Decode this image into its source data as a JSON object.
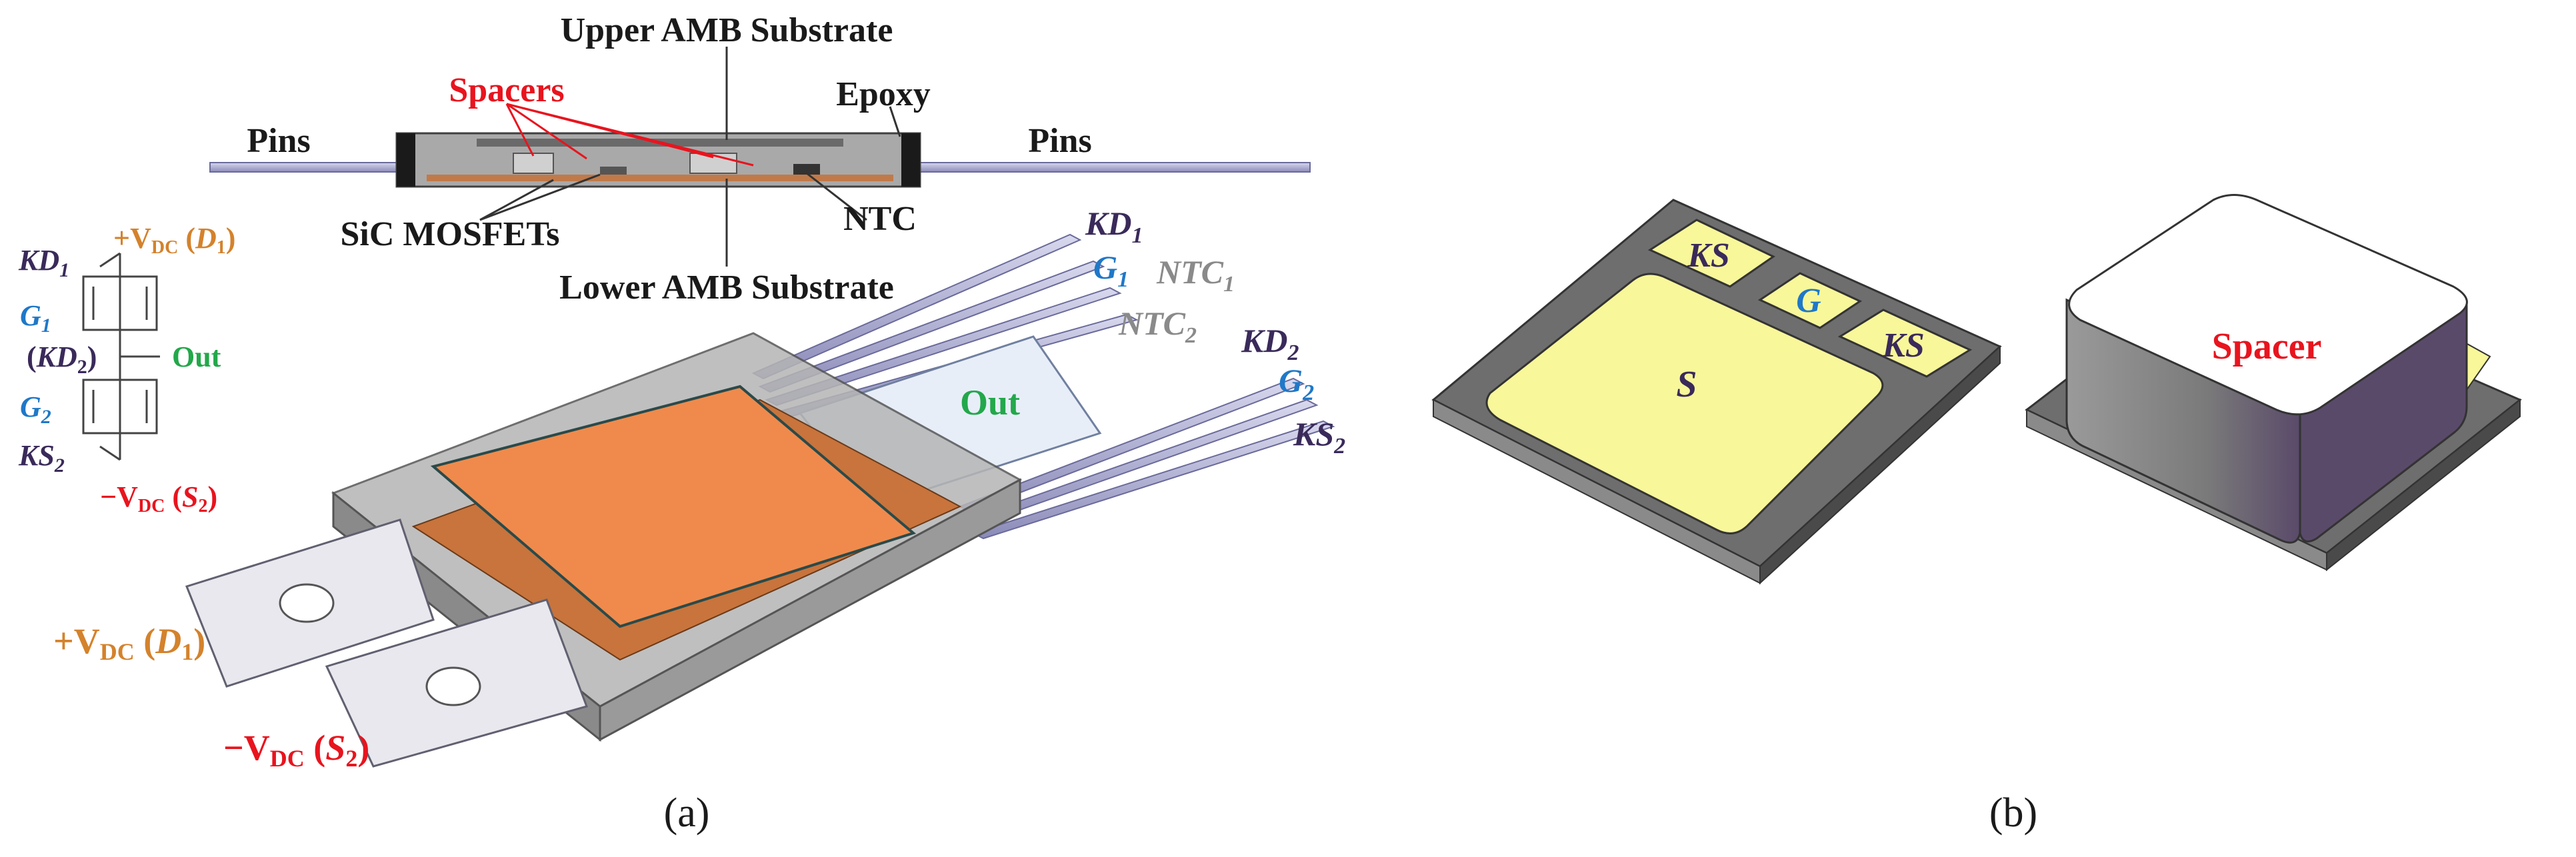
{
  "panel_a": {
    "cross_section": {
      "upper_substrate": "Upper AMB Substrate",
      "spacers": "Spacers",
      "epoxy": "Epoxy",
      "pins_left": "Pins",
      "pins_right": "Pins",
      "sic_mosfets": "SiC MOSFETs",
      "ntc": "NTC",
      "lower_substrate": "Lower AMB Substrate"
    },
    "schematic": {
      "kd1_main": "KD",
      "kd1_sub": "1",
      "vdc_plus": "+V",
      "vdc_sub": "DC",
      "d1_open": "(",
      "d1_main": "D",
      "d1_sub": "1",
      "d1_close": ")",
      "g1_main": "G",
      "g1_sub": "1",
      "kd2_paren_open": "(",
      "kd2_main": "KD",
      "kd2_sub": "2",
      "kd2_paren_close": ")",
      "out": "Out",
      "g2_main": "G",
      "g2_sub": "2",
      "ks2_main": "KS",
      "ks2_sub": "2",
      "vdc_minus": "−V",
      "vdc_minus_sub": "DC",
      "s2_open": "(",
      "s2_main": "S",
      "s2_sub": "2",
      "s2_close": ")"
    },
    "module": {
      "kd1_main": "KD",
      "kd1_sub": "1",
      "g1_main": "G",
      "g1_sub": "1",
      "ntc1_main": "NTC",
      "ntc1_sub": "1",
      "ntc2_main": "NTC",
      "ntc2_sub": "2",
      "kd2_main": "KD",
      "kd2_sub": "2",
      "g2_main": "G",
      "g2_sub": "2",
      "ks2_main": "KS",
      "ks2_sub": "2",
      "out": "Out",
      "vplus": "+V",
      "vplus_sub": "DC",
      "vplus_open": "(",
      "vplus_d": "D",
      "vplus_d_sub": "1",
      "vplus_close": ")",
      "vminus": "−V",
      "vminus_sub": "DC",
      "vminus_open": "(",
      "vminus_s": "S",
      "vminus_s_sub": "2",
      "vminus_close": ")"
    },
    "caption": "(a)"
  },
  "panel_b": {
    "chip": {
      "ks_top": "KS",
      "g": "G",
      "ks_right": "KS",
      "s": "S"
    },
    "spacer": "Spacer",
    "caption": "(b)"
  },
  "colors": {
    "black": "#1a1a1a",
    "red": "#e8141e",
    "blue": "#1f78c8",
    "green": "#22a84a",
    "orange": "#d4822c",
    "purple": "#3a2a5a",
    "grey_text": "#8a8a8a",
    "copper": "#ef8a4c",
    "pad_yellow": "#f8f79a",
    "chip_grey": "#6e6e6e",
    "pin_blue": "#b0b0d8"
  }
}
